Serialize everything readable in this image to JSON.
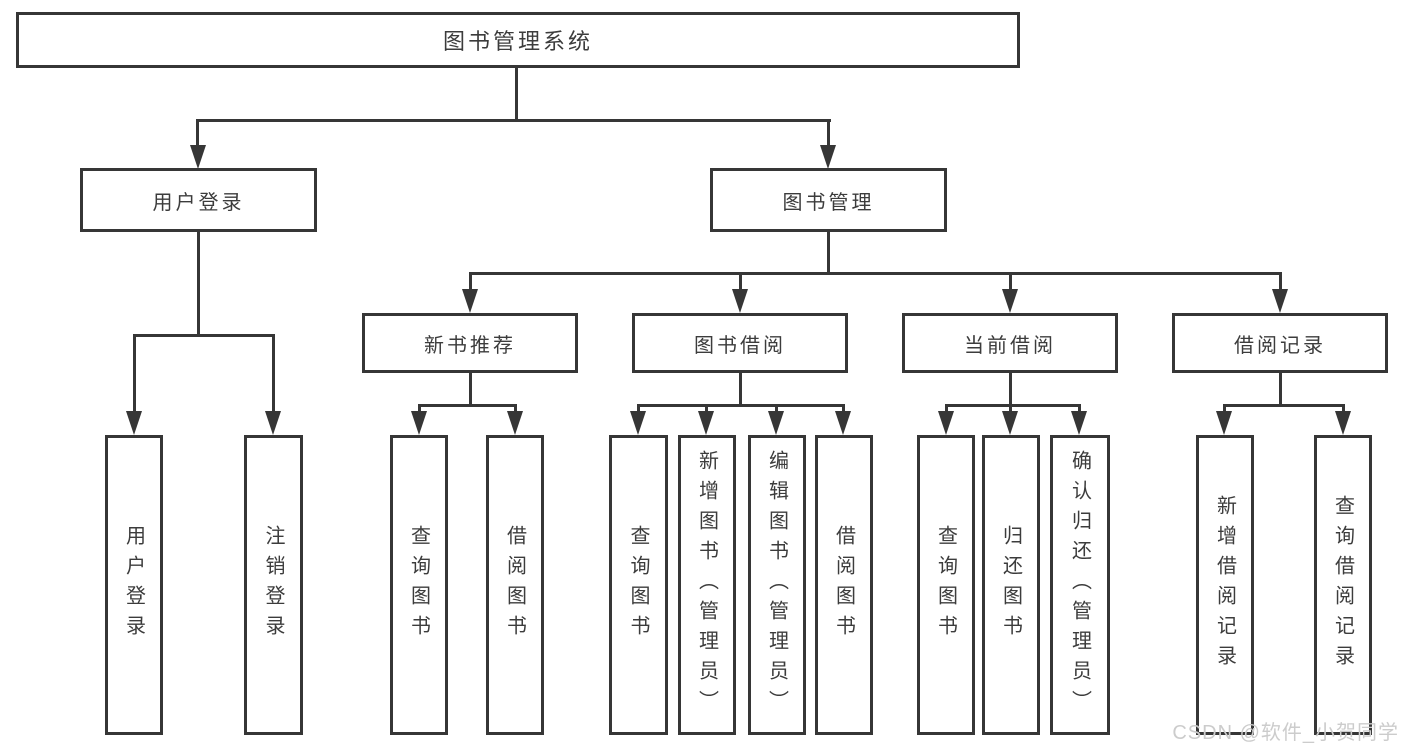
{
  "diagram": {
    "root": {
      "label": "图书管理系统"
    },
    "branches": [
      {
        "label": "用户登录",
        "leaves": [
          "用户登录",
          "注销登录"
        ]
      },
      {
        "label": "图书管理",
        "sections": [
          {
            "label": "新书推荐",
            "leaves": [
              "查询图书",
              "借阅图书"
            ]
          },
          {
            "label": "图书借阅",
            "leaves": [
              "查询图书",
              "新增图书（管理员）",
              "编辑图书（管理员）",
              "借阅图书"
            ]
          },
          {
            "label": "当前借阅",
            "leaves": [
              "查询图书",
              "归还图书",
              "确认归还（管理员）"
            ]
          },
          {
            "label": "借阅记录",
            "leaves": [
              "新增借阅记录",
              "查询借阅记录"
            ]
          }
        ]
      }
    ]
  },
  "watermark": "CSDN @软件_小贺同学",
  "colors": {
    "line": "#363636",
    "text": "#3c3c3c",
    "background": "#ffffff",
    "watermark": "#cccccc"
  }
}
